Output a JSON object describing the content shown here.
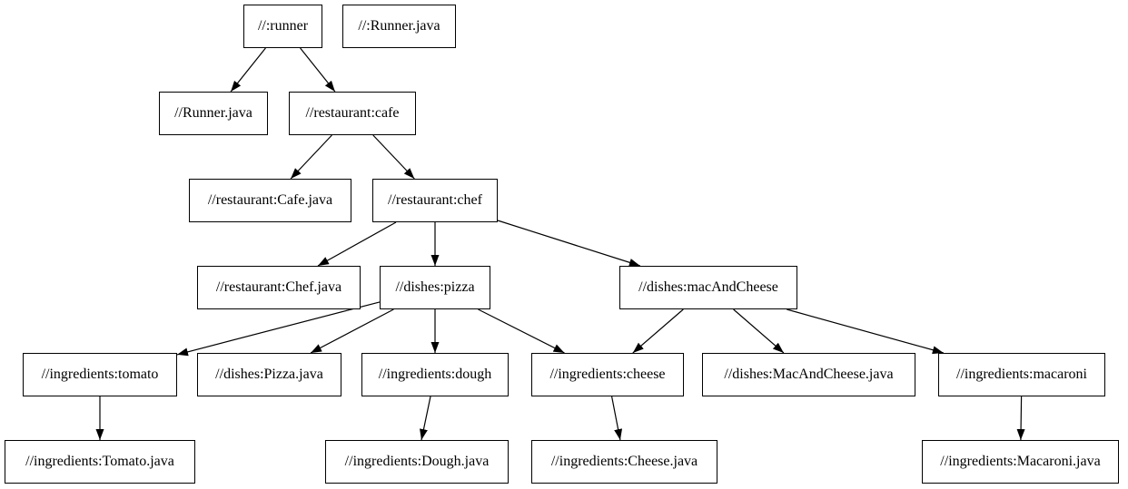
{
  "graph": {
    "type": "directed-dependency-graph",
    "colors": {
      "background": "#ffffff",
      "node_fill": "#ffffff",
      "node_border": "#000000",
      "edge": "#000000",
      "text": "#000000"
    },
    "nodes": {
      "runner": {
        "label": "//:runner"
      },
      "runner_java_top": {
        "label": "//:Runner.java"
      },
      "runner_java": {
        "label": "//Runner.java"
      },
      "cafe": {
        "label": "//restaurant:cafe"
      },
      "cafe_java": {
        "label": "//restaurant:Cafe.java"
      },
      "chef": {
        "label": "//restaurant:chef"
      },
      "chef_java": {
        "label": "//restaurant:Chef.java"
      },
      "pizza": {
        "label": "//dishes:pizza"
      },
      "mac_and_cheese": {
        "label": "//dishes:macAndCheese"
      },
      "tomato": {
        "label": "//ingredients:tomato"
      },
      "pizza_java": {
        "label": "//dishes:Pizza.java"
      },
      "dough": {
        "label": "//ingredients:dough"
      },
      "cheese": {
        "label": "//ingredients:cheese"
      },
      "mac_and_cheese_java": {
        "label": "//dishes:MacAndCheese.java"
      },
      "macaroni": {
        "label": "//ingredients:macaroni"
      },
      "tomato_java": {
        "label": "//ingredients:Tomato.java"
      },
      "dough_java": {
        "label": "//ingredients:Dough.java"
      },
      "cheese_java": {
        "label": "//ingredients:Cheese.java"
      },
      "macaroni_java": {
        "label": "//ingredients:Macaroni.java"
      }
    },
    "edges": [
      [
        "runner",
        "runner_java"
      ],
      [
        "runner",
        "cafe"
      ],
      [
        "cafe",
        "cafe_java"
      ],
      [
        "cafe",
        "chef"
      ],
      [
        "chef",
        "chef_java"
      ],
      [
        "chef",
        "pizza"
      ],
      [
        "chef",
        "mac_and_cheese"
      ],
      [
        "pizza",
        "tomato"
      ],
      [
        "pizza",
        "pizza_java"
      ],
      [
        "pizza",
        "dough"
      ],
      [
        "pizza",
        "cheese"
      ],
      [
        "mac_and_cheese",
        "cheese"
      ],
      [
        "mac_and_cheese",
        "mac_and_cheese_java"
      ],
      [
        "mac_and_cheese",
        "macaroni"
      ],
      [
        "tomato",
        "tomato_java"
      ],
      [
        "dough",
        "dough_java"
      ],
      [
        "cheese",
        "cheese_java"
      ],
      [
        "macaroni",
        "macaroni_java"
      ]
    ]
  }
}
